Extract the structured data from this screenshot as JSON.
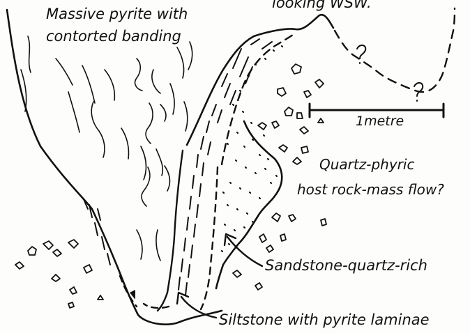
{
  "labels": {
    "orientation": "looking WSW.",
    "pyrite_line1": "Massive pyrite with",
    "pyrite_line2": "contorted banding",
    "scale": "1metre",
    "host_line1": "Quartz-phyric",
    "host_line2": "host rock-mass flow?",
    "sandstone": "Sandstone-quartz-rich",
    "siltstone": "Siltstone with pyrite laminae"
  },
  "style": {
    "ink": "#111111",
    "paper": "#fdfdfb"
  }
}
